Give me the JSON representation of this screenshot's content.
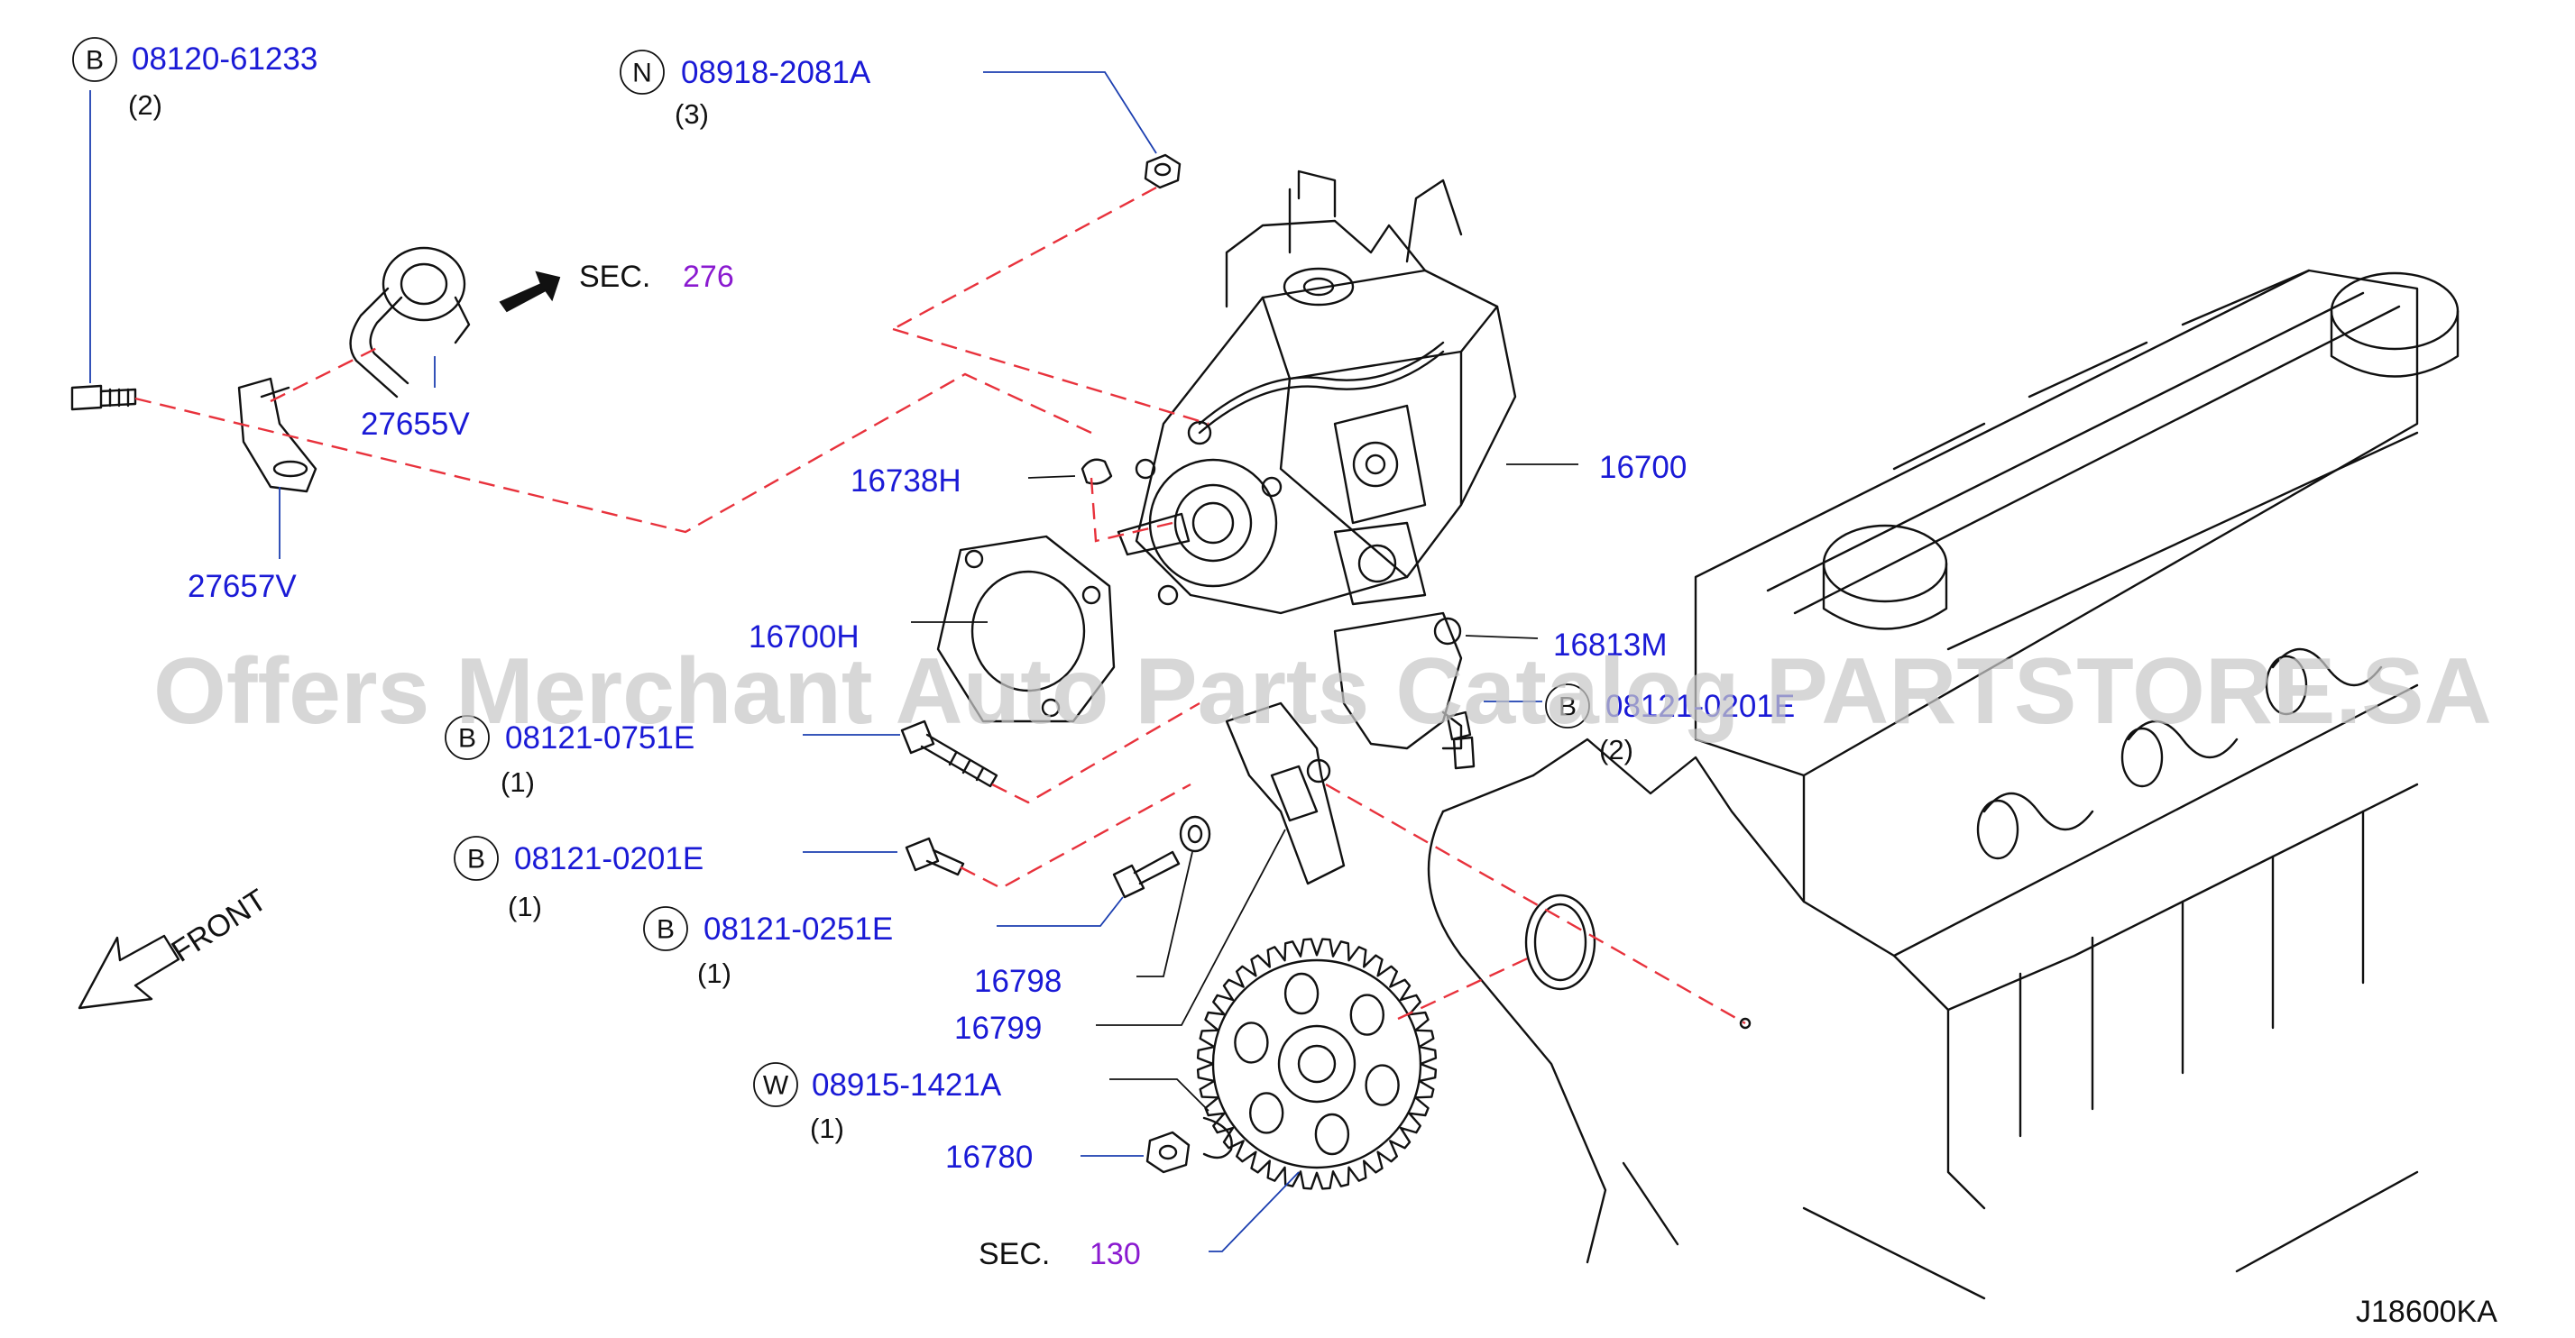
{
  "diagram": {
    "section_refs": [
      {
        "prefix": "SEC.",
        "number": "276"
      },
      {
        "prefix": "SEC.",
        "number": "130"
      }
    ],
    "parts": [
      {
        "id": "b1",
        "badge": "B",
        "number": "08120-61233",
        "qty": "(2)"
      },
      {
        "id": "n1",
        "badge": "N",
        "number": "08918-2081A",
        "qty": "(3)"
      },
      {
        "id": "p27655v",
        "number": "27655V"
      },
      {
        "id": "p27657v",
        "number": "27657V"
      },
      {
        "id": "p16738h",
        "number": "16738H"
      },
      {
        "id": "p16700",
        "number": "16700"
      },
      {
        "id": "p16700h",
        "number": "16700H"
      },
      {
        "id": "p16813m",
        "number": "16813M"
      },
      {
        "id": "b2",
        "badge": "B",
        "number": "08121-0751E",
        "qty": "(1)"
      },
      {
        "id": "b3",
        "badge": "B",
        "number": "08121-0201E",
        "qty": "(2)"
      },
      {
        "id": "b4",
        "badge": "B",
        "number": "08121-0201E",
        "qty": "(1)"
      },
      {
        "id": "b5",
        "badge": "B",
        "number": "08121-0251E",
        "qty": "(1)"
      },
      {
        "id": "p16798",
        "number": "16798"
      },
      {
        "id": "p16799",
        "number": "16799"
      },
      {
        "id": "w1",
        "badge": "W",
        "number": "08915-1421A",
        "qty": "(1)"
      },
      {
        "id": "p16780",
        "number": "16780"
      }
    ],
    "front_label": "FRONT",
    "drawing_code": "J18600KA",
    "watermark": "Offers Merchant Auto Parts Catalog PARTSTORE.SA"
  },
  "colors": {
    "part_number": "#1a1ad6",
    "section_number": "#8a1ad0",
    "leader_line": "#1c3fb0",
    "dashed_line": "#e8323c",
    "drawing": "#111111"
  }
}
